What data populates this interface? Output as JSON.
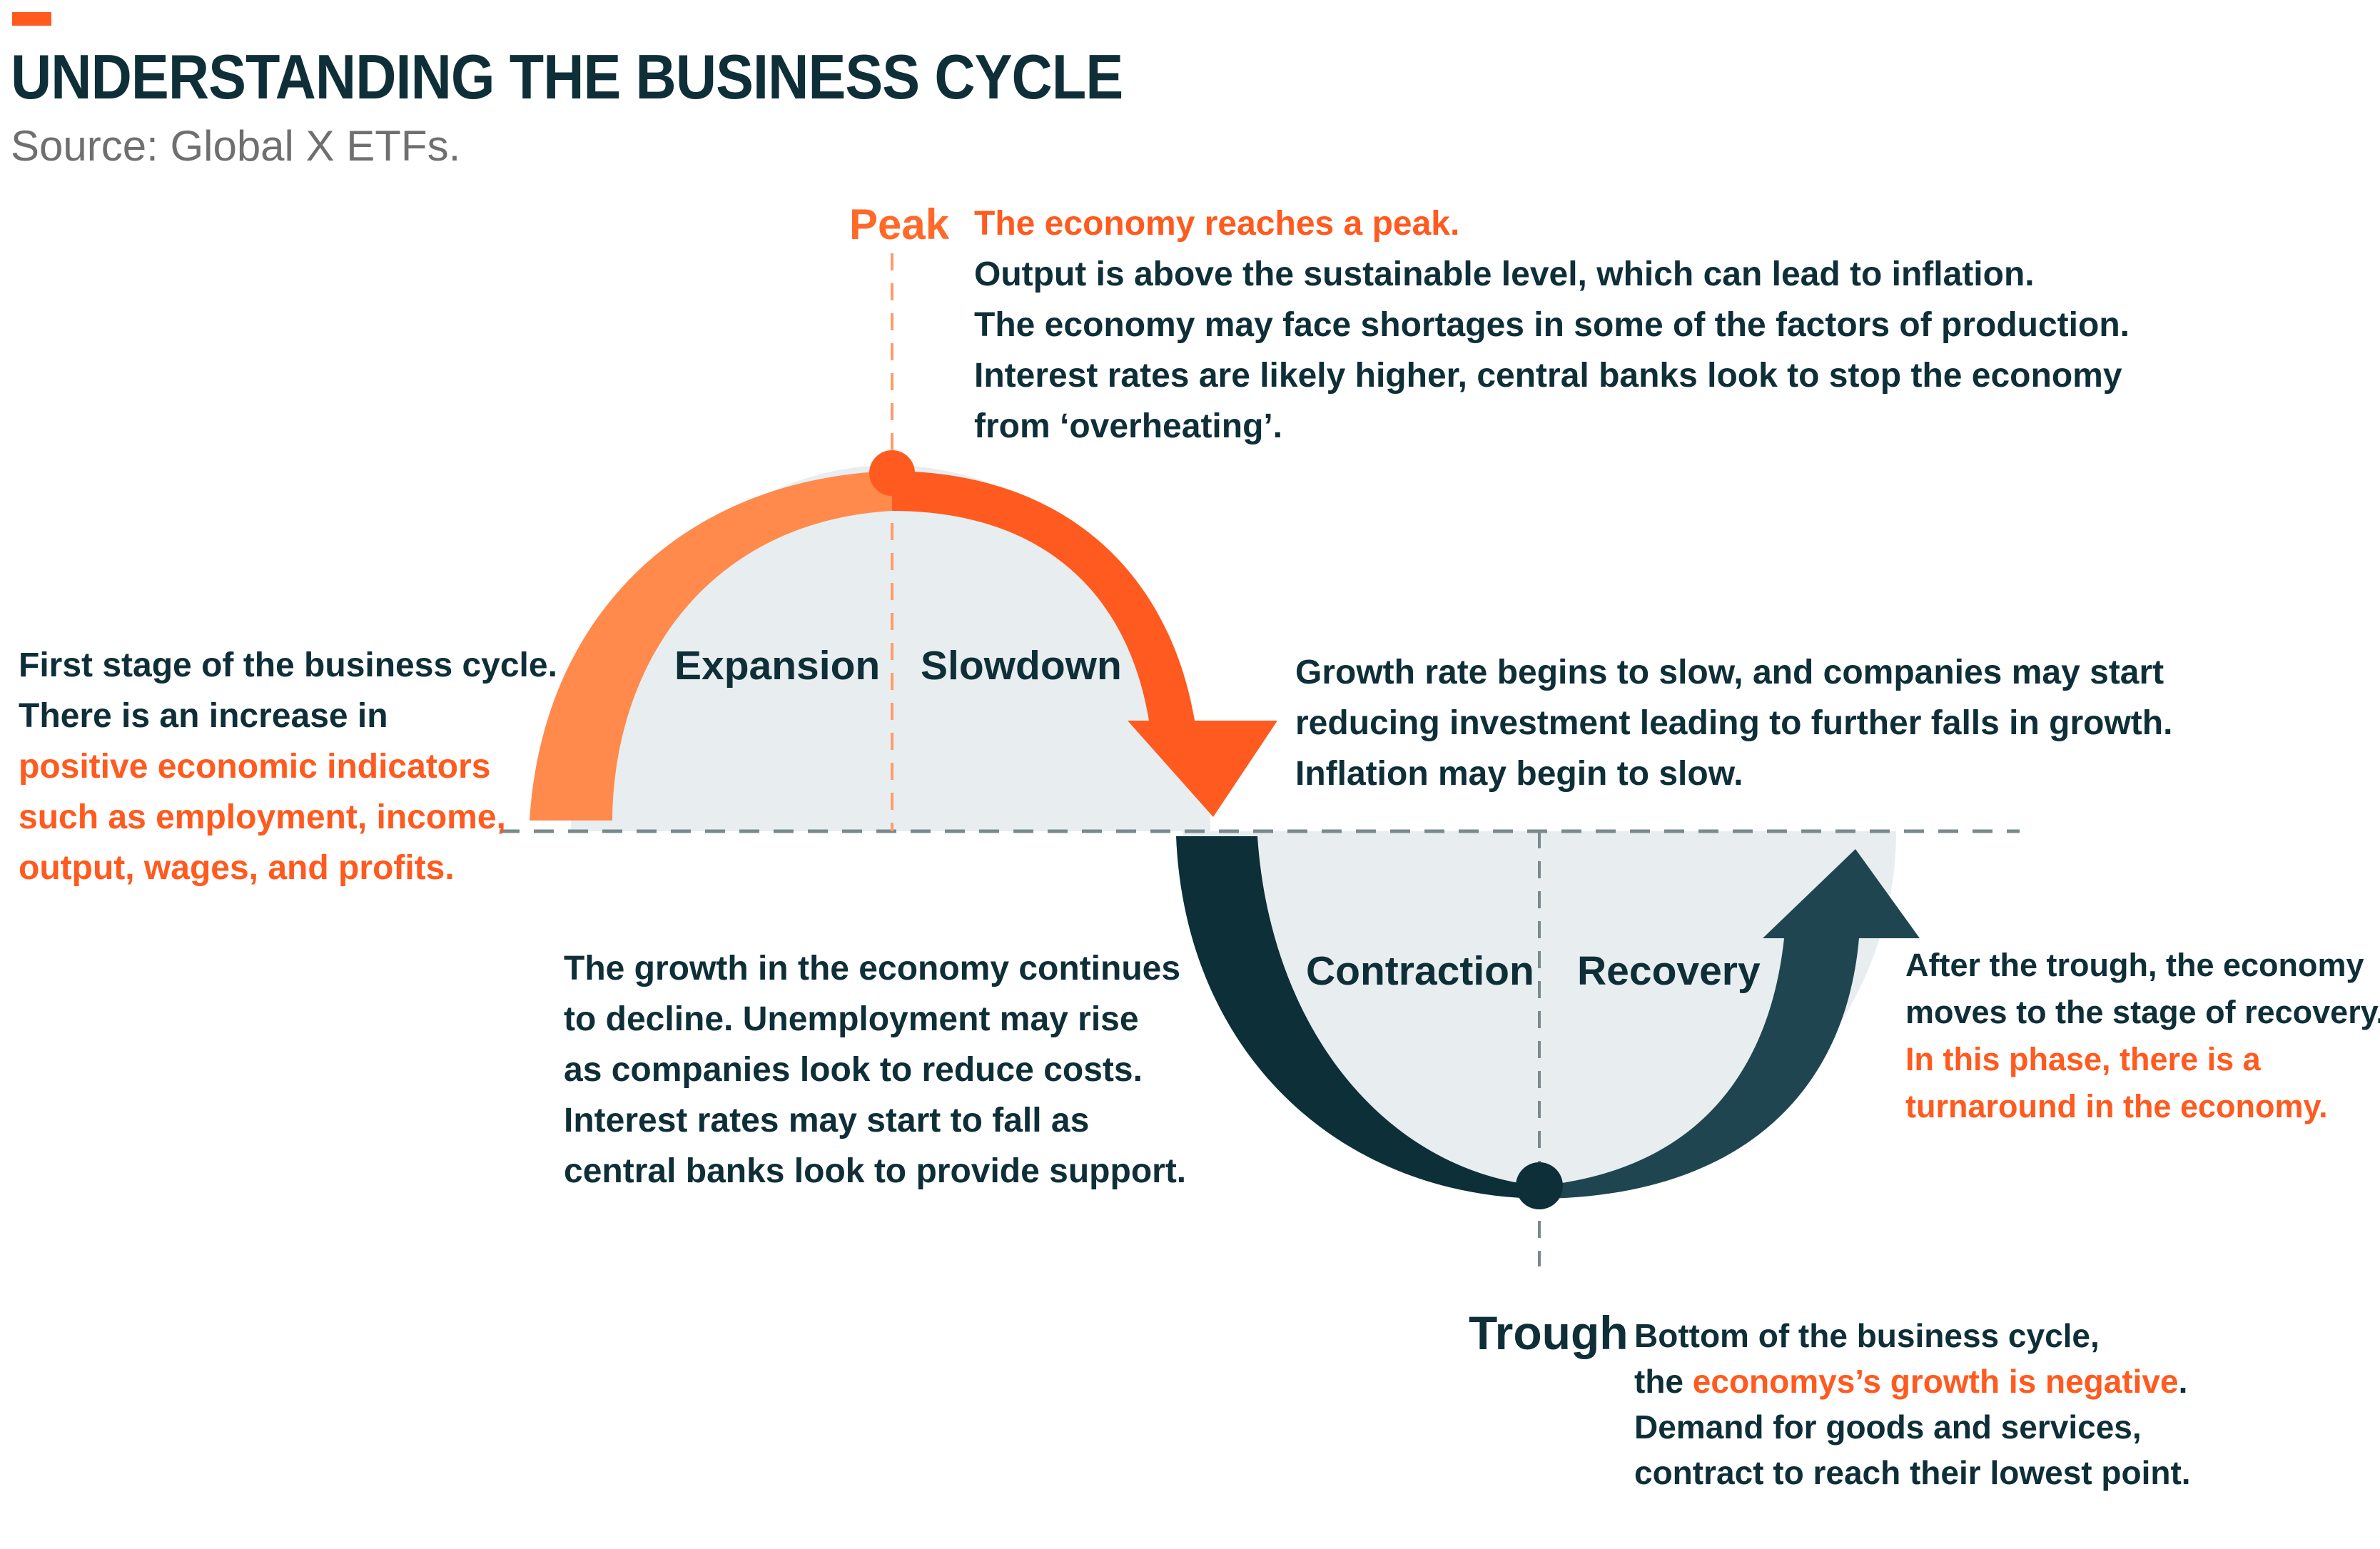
{
  "header": {
    "title": "UNDERSTANDING THE BUSINESS CYCLE",
    "source": "Source: Global X ETFs."
  },
  "points": {
    "peak": "Peak",
    "trough": "Trough"
  },
  "stages": {
    "expansion": "Expansion",
    "slowdown": "Slowdown",
    "contraction": "Contraction",
    "recovery": "Recovery"
  },
  "descriptions": {
    "peak": [
      "The economy reaches a peak.",
      "Output is above the sustainable level, which can lead to inflation.",
      "The economy may face shortages in some of the factors of production.",
      "Interest rates are likely higher, central banks look to stop the economy",
      "from ‘overheating’."
    ],
    "expansion": [
      "First stage of the business cycle.",
      "There is an increase in",
      "positive economic indicators",
      "such as employment, income,",
      "output, wages, and profits."
    ],
    "slowdown": [
      "Growth rate begins to slow, and companies may start",
      "reducing investment leading to further falls in growth.",
      "Inflation may begin to slow."
    ],
    "contraction": [
      "The growth in the economy continues",
      "to decline. Unemployment may rise",
      "as companies look to reduce costs.",
      "Interest rates may start to fall as",
      "central banks look to provide support."
    ],
    "recovery": [
      "After the trough, the economy",
      "moves to the stage of recovery.",
      "In this phase, there is a",
      "turnaround in the economy."
    ],
    "trough": {
      "line1": "Bottom of the business cycle,",
      "line2_prefix": "the ",
      "line2_highlight": "economys’s growth is negative",
      "line2_suffix": ".",
      "line3": "Demand for goods and services,",
      "line4": "contract to reach their lowest point."
    }
  },
  "colors": {
    "orange": "#ff5a1f",
    "light_orange": "#ff8a4c",
    "navy": "#0c2f38",
    "teal": "#1f4650",
    "fill": "#e8eef0",
    "dash": "#7a8a8e"
  }
}
